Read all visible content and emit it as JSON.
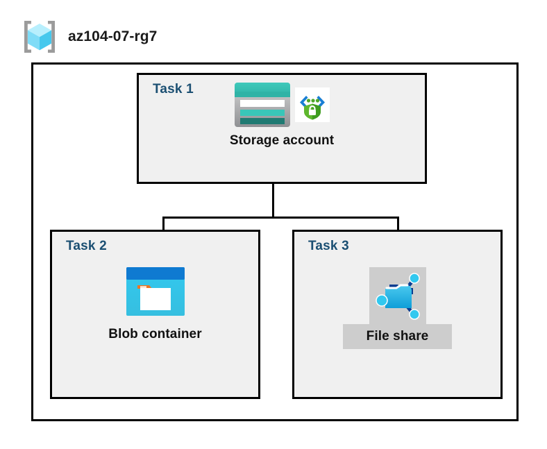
{
  "header": {
    "icon": "resource-group-icon",
    "title": "az104-07-rg7"
  },
  "diagram": {
    "type": "azure-architecture-diagram",
    "container_label": "az104-07-rg7",
    "colors": {
      "task_label": "#1b4f72",
      "box_fill": "#f0f0f0",
      "box_border": "#000000",
      "selection_highlight": "#cdcdcd",
      "storage_teal": "#36b9ad",
      "storage_teal_dark": "#1f7a72",
      "blob_blue": "#0f7ad1",
      "blob_cyan": "#32c0e8",
      "blob_orange": "#ee7623",
      "fileshare_cyan": "#32c8ef",
      "fileshare_navy": "#0a3d91",
      "shield_green": "#4fa72a",
      "bracket_blue": "#1a7fd4",
      "cube_cyan": "#9fe8fb"
    },
    "tasks": [
      {
        "label": "Task 1",
        "node": {
          "caption": "Storage account",
          "icons": [
            "storage-account-icon",
            "security-shield-icon"
          ],
          "selected": false
        }
      },
      {
        "label": "Task 2",
        "node": {
          "caption": "Blob container",
          "icons": [
            "blob-container-icon"
          ],
          "selected": false
        }
      },
      {
        "label": "Task 3",
        "node": {
          "caption": "File share",
          "icons": [
            "file-share-icon"
          ],
          "selected": true
        }
      }
    ],
    "connections": [
      {
        "from": "Storage account",
        "to": "Blob container"
      },
      {
        "from": "Storage account",
        "to": "File share"
      }
    ]
  }
}
